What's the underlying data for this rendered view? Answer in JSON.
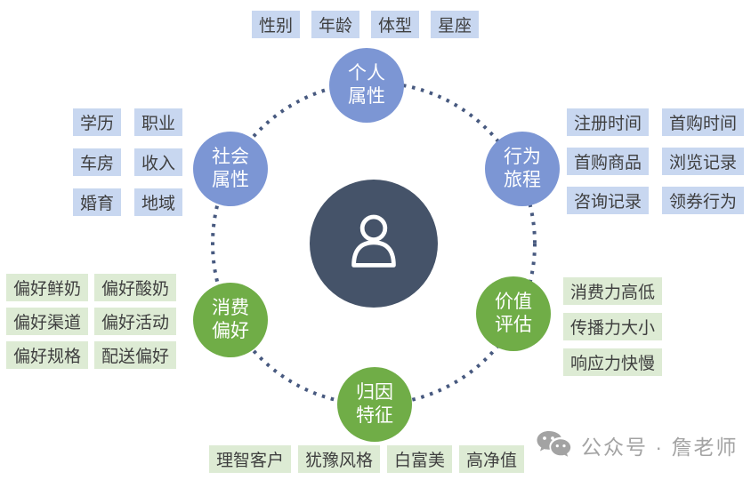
{
  "nodes": {
    "personal": {
      "line1": "个人",
      "line2": "属性",
      "labels": [
        "性别",
        "年龄",
        "体型",
        "星座"
      ]
    },
    "social": {
      "line1": "社会",
      "line2": "属性",
      "labels": [
        "学历",
        "职业",
        "车房",
        "收入",
        "婚育",
        "地域"
      ]
    },
    "behavior": {
      "line1": "行为",
      "line2": "旅程",
      "labels": [
        "注册时间",
        "首购时间",
        "首购商品",
        "浏览记录",
        "咨询记录",
        "领券行为"
      ]
    },
    "consumption": {
      "line1": "消费",
      "line2": "偏好",
      "labels": [
        "偏好鲜奶",
        "偏好酸奶",
        "偏好渠道",
        "偏好活动",
        "偏好规格",
        "配送偏好"
      ]
    },
    "value": {
      "line1": "价值",
      "line2": "评估",
      "labels": [
        "消费力高低",
        "传播力大小",
        "响应力快慢"
      ]
    },
    "attribution": {
      "line1": "归因",
      "line2": "特征",
      "labels": [
        "理智客户",
        "犹豫风格",
        "白富美",
        "高净值"
      ]
    }
  },
  "center": {
    "icon": "person-icon"
  },
  "colors": {
    "blue_node": "#7C96D4",
    "green_node": "#70AD47",
    "blue_label_bg": "#C8D7F0",
    "green_label_bg": "#DDEBD4",
    "center_circle": "#455369",
    "ring_dots": "#47597F",
    "label_text": "#3F3F3F",
    "watermark_gray": "#A3A3A3"
  },
  "watermark": {
    "text": "公众号 · 詹老师",
    "icon": "wechat-icon"
  }
}
